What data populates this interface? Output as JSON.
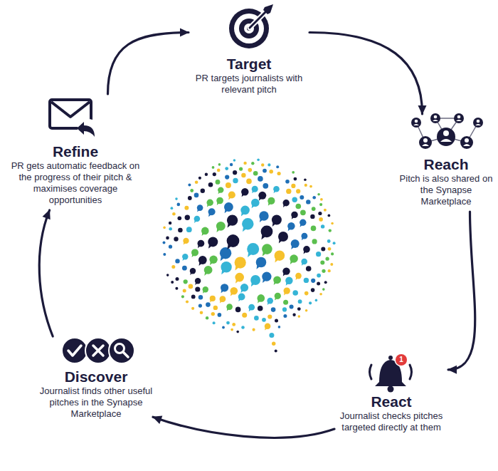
{
  "diagram": {
    "nodes": [
      {
        "text": [
          "Target",
          "PR targets journalists with relevant pitch"
        ]
      },
      {
        "text": [
          "Reach",
          "Pitch is also shared on the Synapse Marketplace"
        ]
      },
      {
        "text": [
          "React",
          "Journalist checks pitches targeted directly at them"
        ]
      },
      {
        "text": [
          "Discover",
          "Journalist finds other useful pitches in the Synapse Marketplace"
        ]
      },
      {
        "text": [
          "Refine",
          "PR gets automatic feedback on the progress of their pitch & maximises coverage opportunities"
        ]
      }
    ],
    "edges": [
      {
        "from": 0,
        "to": 1,
        "arrow": "to"
      },
      {
        "from": 1,
        "to": 2,
        "arrow": "to"
      },
      {
        "from": 2,
        "to": 3,
        "arrow": "to"
      },
      {
        "from": 3,
        "to": 4,
        "arrow": "to"
      },
      {
        "from": 4,
        "to": 0,
        "arrow": "to"
      }
    ],
    "labels": [
      "1"
    ]
  }
}
